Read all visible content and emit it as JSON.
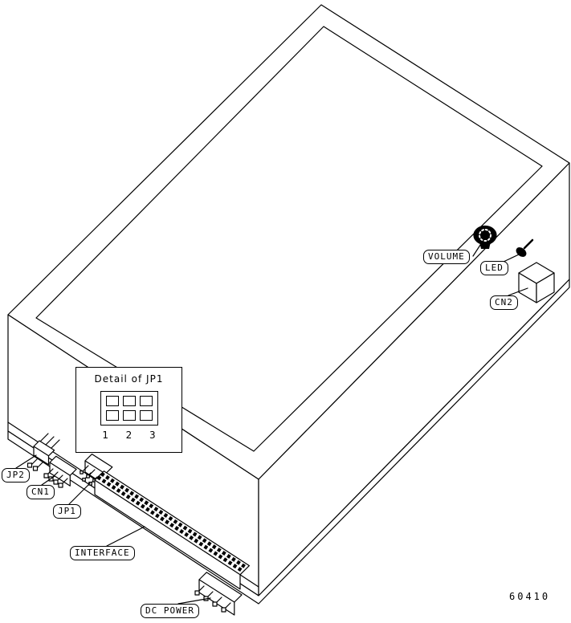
{
  "figure": {
    "number": "60410"
  },
  "inset": {
    "title": "Detail of JP1",
    "pins": [
      "1",
      "2",
      "3"
    ]
  },
  "labels": {
    "volume": "VOLUME",
    "led": "LED",
    "cn2": "CN2",
    "jp2": "JP2",
    "cn1": "CN1",
    "jp1": "JP1",
    "interface": "INTERFACE",
    "dc_power": "DC POWER"
  },
  "colors": {
    "line": "#000000",
    "background": "#ffffff"
  }
}
